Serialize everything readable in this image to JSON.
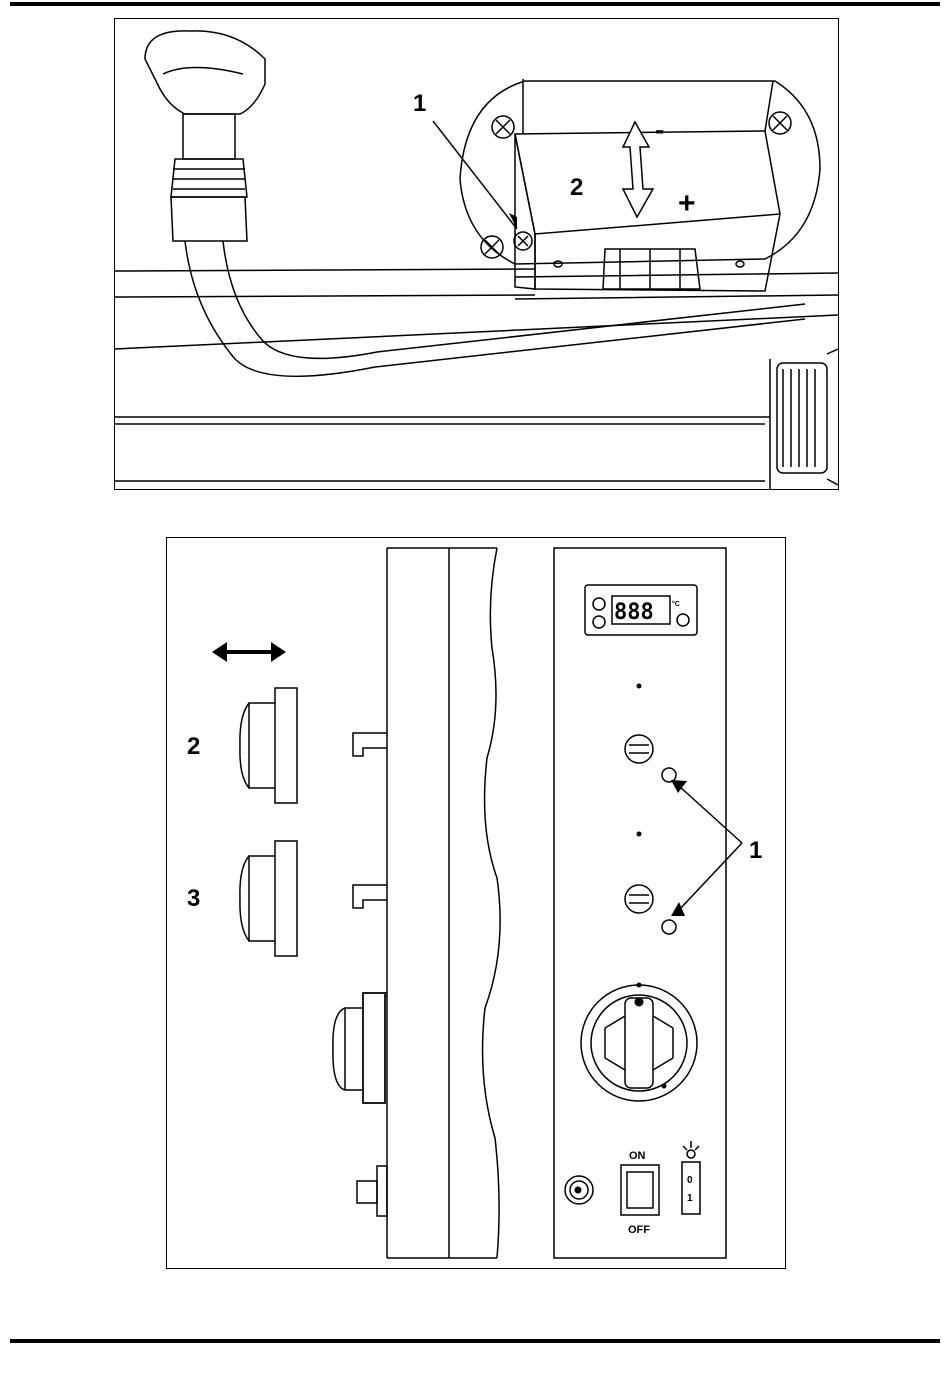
{
  "figure_top": {
    "callouts": {
      "one": "1",
      "two": "2"
    },
    "symbols": {
      "minus": "-",
      "plus": "+"
    }
  },
  "figure_bottom": {
    "callouts": {
      "two": "2",
      "three": "3",
      "one": "1"
    },
    "display_digits": "888",
    "display_unit": "°C",
    "switch": {
      "on": "ON",
      "off": "OFF"
    },
    "light_switch": {
      "top": "0",
      "bottom": "1"
    }
  }
}
